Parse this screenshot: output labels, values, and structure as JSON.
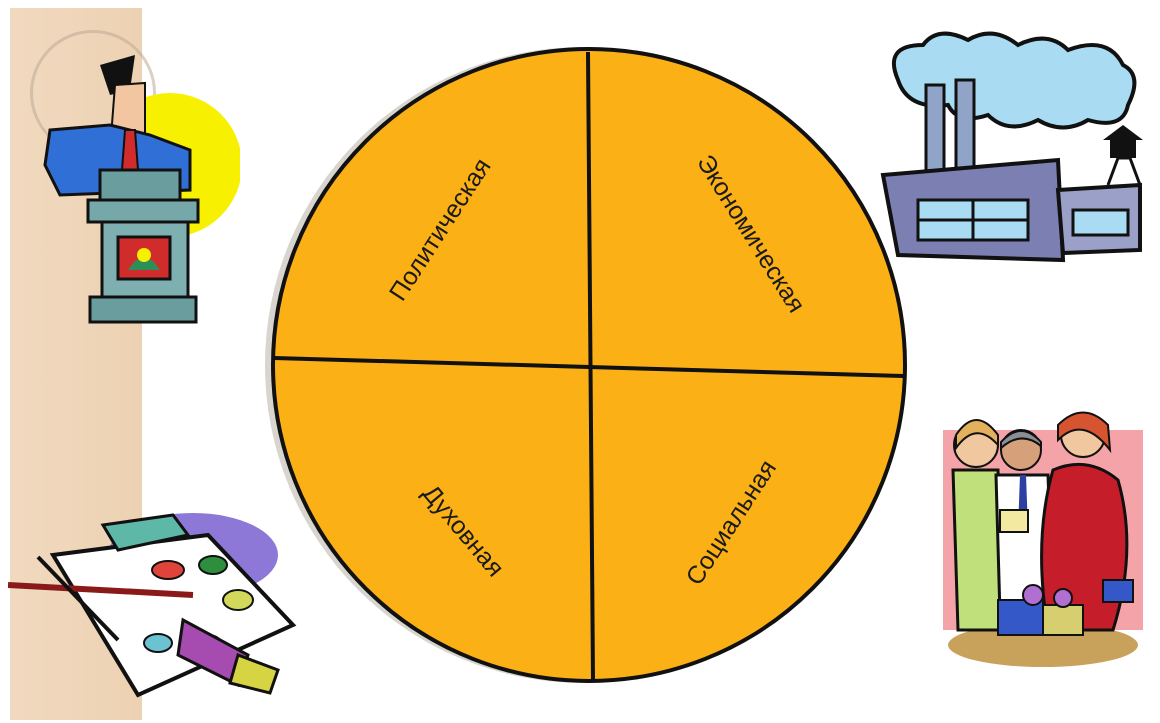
{
  "diagram": {
    "sectors": [
      {
        "id": "political",
        "label": "Политическая",
        "icon": "politician-podium-icon"
      },
      {
        "id": "economic",
        "label": "Экономическая",
        "icon": "factory-icon"
      },
      {
        "id": "spiritual",
        "label": "Духовная",
        "icon": "art-palette-icon"
      },
      {
        "id": "social",
        "label": "Социальная",
        "icon": "family-people-icon"
      }
    ],
    "colors": {
      "fill": "#fbb016",
      "outline": "#111111",
      "accent_sidebar": "#f0d6b9"
    }
  }
}
